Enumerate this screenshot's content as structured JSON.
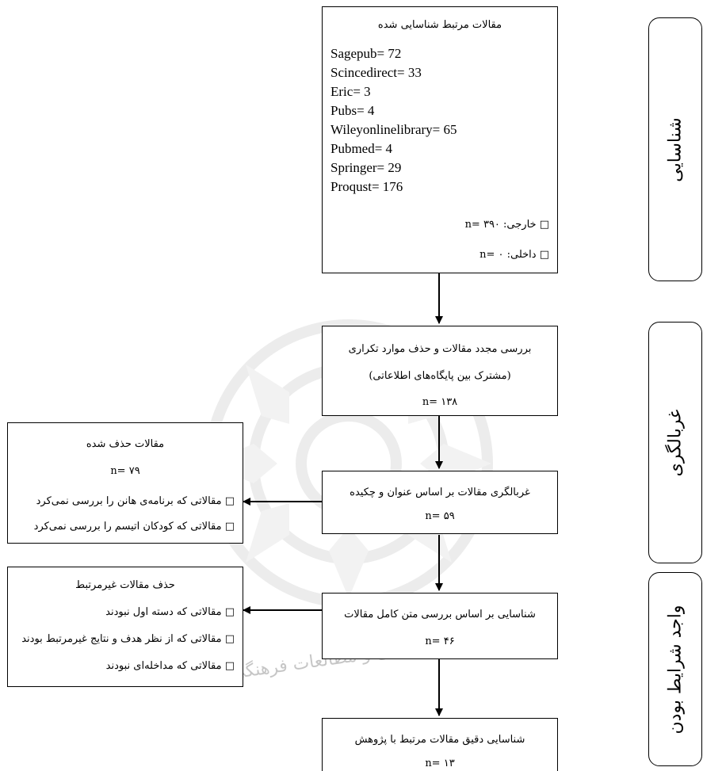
{
  "identified": {
    "title": "مقالات مرتبط شناسایی شده",
    "databases": [
      "Sagepub= 72",
      "Scincedirect= 33",
      "Eric= 3",
      "Pubs= 4",
      "Wileyonlinelibrary= 65",
      "Pubmed= 4",
      "Springer= 29",
      "Proqust= 176"
    ],
    "external": "□ خارجی: n= ۳۹۰",
    "internal": "□ داخلی: n= ۰"
  },
  "dedupe": {
    "line1": "بررسی مجدد مقالات و حذف موارد تکراری",
    "line2": "(مشترک بین پایگاه‌های اطلاعاتی)",
    "count": "n= ۱۳۸"
  },
  "screen": {
    "line1": "غربالگری مقالات بر اساس عنوان و چکیده",
    "count": "n= ۵۹"
  },
  "removed": {
    "title": "مقالات حذف شده",
    "count": "n= ۷۹",
    "reason1": "□ مقالاتی که برنامه‌ی هانن را بررسی نمی‌کرد",
    "reason2": "□ مقالاتی که کودکان اتیسم را بررسی نمی‌کرد"
  },
  "fulltext": {
    "line1": "شناسایی بر اساس بررسی متن کامل مقالات",
    "count": "n= ۴۶"
  },
  "irrelevant": {
    "title": "حذف مقالات غیرمرتبط",
    "reason1": "□ مقالاتی که دسته اول نبودند",
    "reason2": "□ مقالاتی که از نظر هدف و نتایج غیرمرتبط بودند",
    "reason3": "□ مقالاتی که مداخله‌ای نبودند"
  },
  "final": {
    "line1": "شناسایی دقیق مقالات مرتبط با پژوهش",
    "count": "n= ۱۳"
  },
  "stages": {
    "identification": "شناسایی",
    "screening": "غربالگری",
    "eligibility": "واجد شرایط بودن"
  },
  "watermark_text": "پژوهشگاه علوم انسانی و مطالعات فرهنگی"
}
